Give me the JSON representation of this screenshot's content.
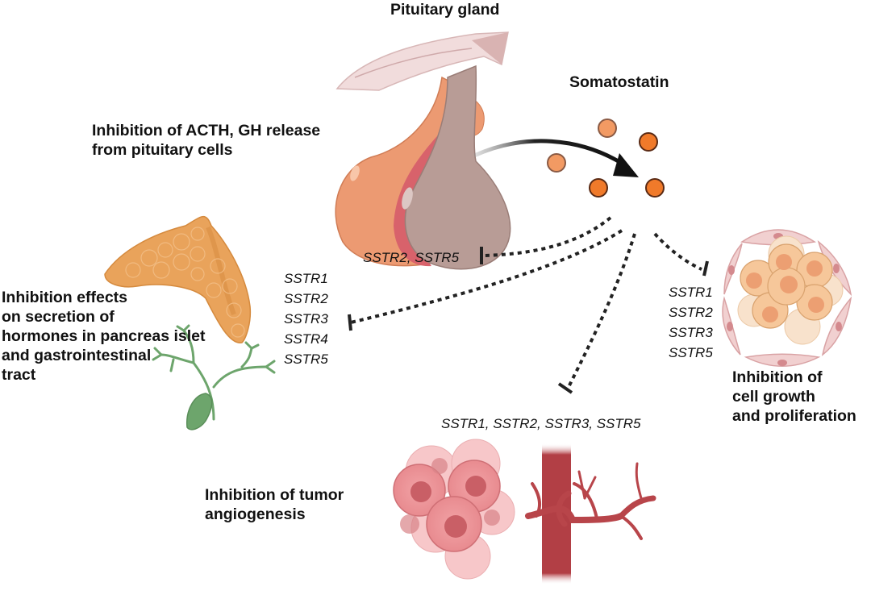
{
  "title": "Pituitary gland",
  "ligand_label": "Somatostatin",
  "colors": {
    "somatostatin_light": "#f29a63",
    "somatostatin_dark": "#f07a2a",
    "pituitary_anterior": "#ec9a72",
    "pituitary_posterior": "#b89c96",
    "pancreas": "#e9a35b",
    "biliary_tree": "#6da56c",
    "tumor_cell": "#e98a8e",
    "vessel": "#b8454a",
    "inhibition_line": "#222222"
  },
  "effects": [
    {
      "id": "pituitary",
      "label": "Inhibition of ACTH, GH release\nfrom pituitary cells",
      "label_lines": [
        "Inhibition of ACTH, GH release",
        "from pituitary cells"
      ],
      "receptors": [
        "SSTR2, SSTR5"
      ]
    },
    {
      "id": "pancreas-gi",
      "label_lines": [
        "Inhibition effects",
        "on secretion of",
        "hormones in pancreas islet",
        "and gastrointestinal",
        "tract"
      ],
      "receptors": [
        "SSTR1",
        "SSTR2",
        "SSTR3",
        "SSTR4",
        "SSTR5"
      ]
    },
    {
      "id": "angiogenesis",
      "label_lines": [
        "Inhibition of tumor",
        "angiogenesis"
      ],
      "receptors": [
        "SSTR1, SSTR2, SSTR3, SSTR5"
      ]
    },
    {
      "id": "cell-growth",
      "label_lines": [
        "Inhibition of",
        "cell growth",
        "and proliferation"
      ],
      "receptors": [
        "SSTR1",
        "SSTR2",
        "SSTR3",
        "SSTR5"
      ]
    }
  ]
}
